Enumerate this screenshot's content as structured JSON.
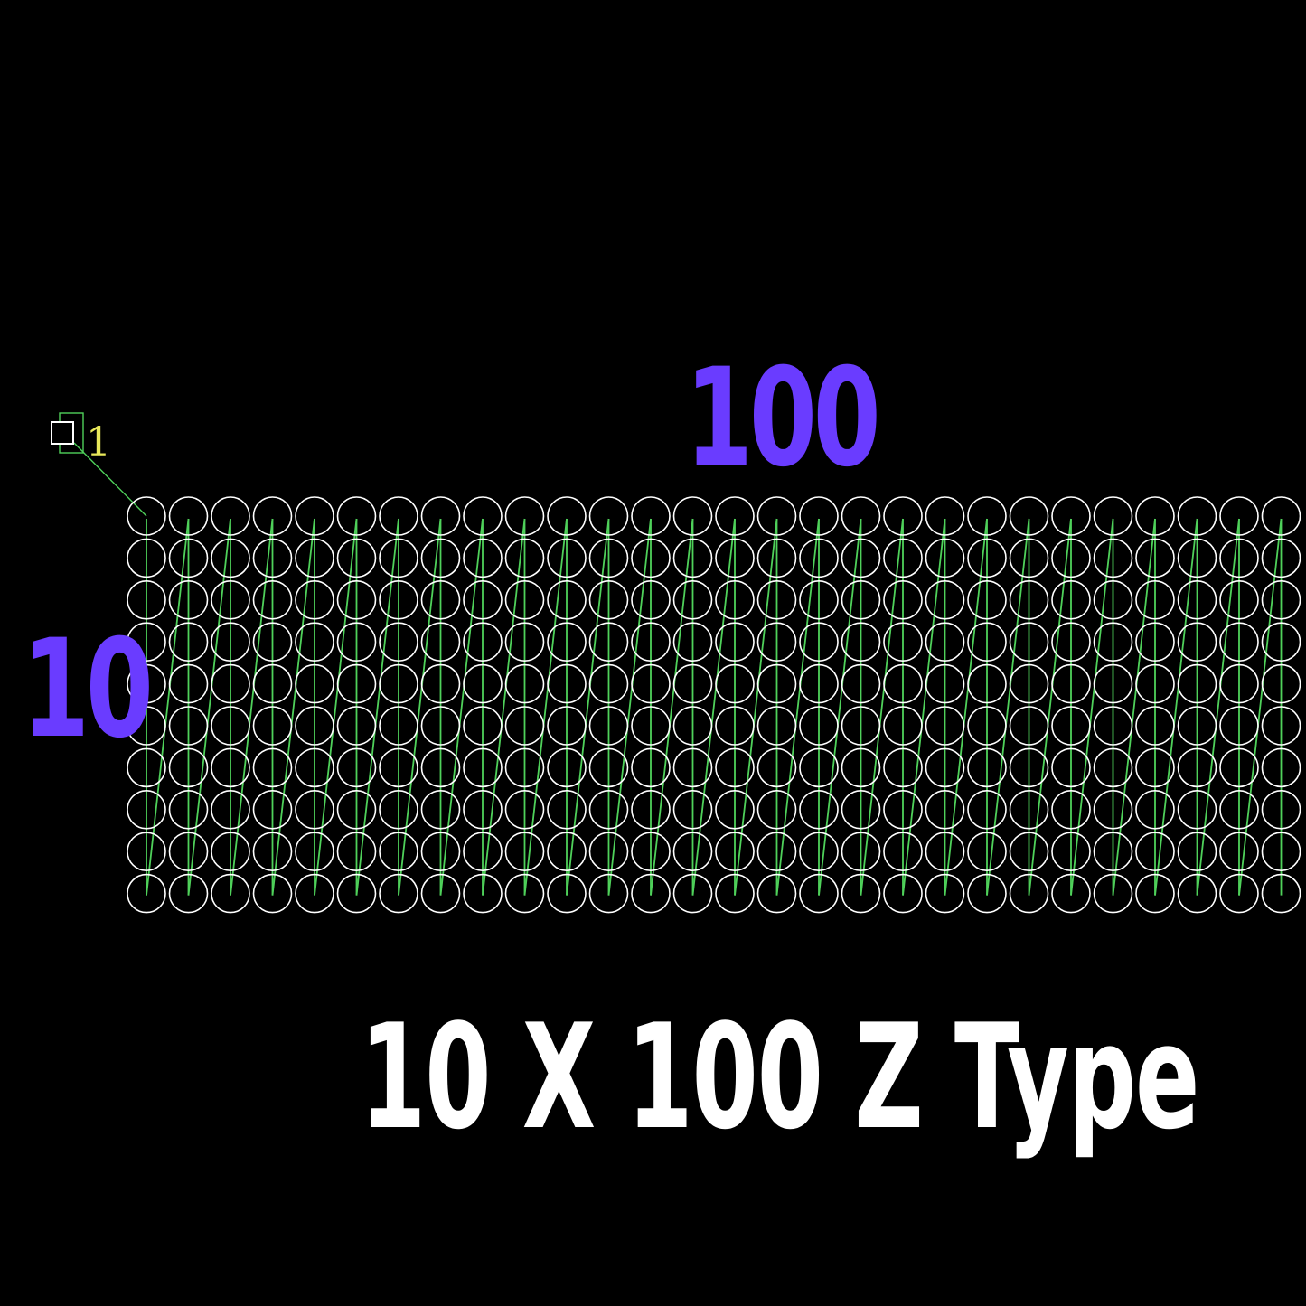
{
  "labels": {
    "columns": "100",
    "rows": "10",
    "title": "10 X 100 Z Type",
    "start_marker": "1"
  },
  "grid": {
    "visible_rows": 10,
    "visible_columns": 28,
    "wiring_pattern": "Z",
    "direction": "top-to-bottom"
  },
  "colors": {
    "background": "#000000",
    "count_label": "#6a3cff",
    "title_label": "#ffffff",
    "pixel_outline": "#ffffff",
    "wire_path": "#4fd15a",
    "start_marker": "#e8e85a"
  },
  "icons": {
    "start": "start-square-icon"
  }
}
